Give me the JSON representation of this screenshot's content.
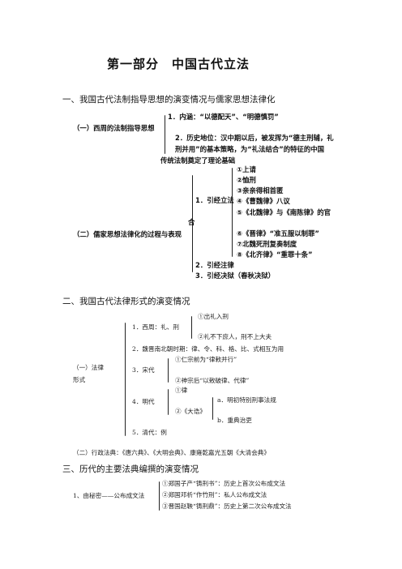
{
  "doc": {
    "title": "第一部分　中国古代立法",
    "section1": {
      "heading": "一、我国古代法制指导思想的演变情况与儒家思想法律化",
      "part1": {
        "label": "（一）西周的法制指导思想",
        "item1": "1．内涵：“以德配天”、“明德慎罚”",
        "item2_line1": "2．历史地位：汉中期以后，被发挥为“德主刑辅，礼",
        "item2_line2": "刑并用”的基本策略，为“礼法结合”的特征的中国",
        "item2_line3": "传统法制奠定了理论基础"
      },
      "part2": {
        "label": "（二）儒家思想法律化的过程与表现",
        "sub1_label": "1．引经立法",
        "side_char": "合",
        "list": [
          "①上请",
          "②恤刑",
          "③亲亲得相首匿",
          "④《曹魏律》八议",
          "⑤《北魏律》与《南陈律》的官",
          "⑥《晋律》“准五服以制罪”",
          "⑦北魏死刑复奏制度",
          "⑧《北齐律》“重罪十条”"
        ],
        "sub2": "2．引经注律",
        "sub3": "3．引经决狱（春秋决狱）"
      }
    },
    "section2": {
      "heading": "二、我国古代法律形式的演变情况",
      "label_line1": "（一）法律",
      "label_line2": "形式",
      "i1": "1．西周：礼、刑",
      "i1_a": "①出礼入刑",
      "i1_b": "②礼不下庶人，刑不上大夫",
      "i2": "2．魏晋南北朝时期：律、令、科、格、比、式相互为用",
      "i3": "3．宋代",
      "i3_a": "①仁宗前为“律敕并行”",
      "i3_b": "②神宗后“以敕破律、代律”",
      "i4": "4．明代",
      "i4_a": "①律",
      "i4_b": "②《大诰》",
      "i4_b1": "a．明初特别刑事法规",
      "i4_b2": "b．重典治吏",
      "i5": "5．清代：例",
      "part2": "（二）行政法典：《唐六典》、《大明会典》、康雍乾嘉光五朝《大清会典》"
    },
    "section3": {
      "heading": "三、历代的主要法典编撰的演变情况",
      "item1": "1、由秘密——公布成文法",
      "a": "①郑国子产“铸刑书”：历史上首次公布成文法",
      "b": "②郑国邓析“作竹刑”：私人公布成文法",
      "c": "③晋国赵鞅“铸刑鼎”：历史上第二次公布成文法"
    }
  }
}
